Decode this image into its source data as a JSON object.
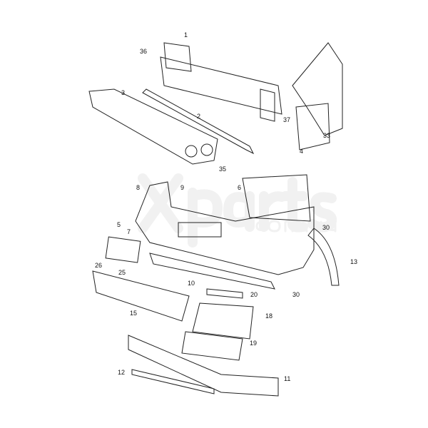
{
  "watermark": {
    "brand": "Xparts",
    "domain": ".com.ua"
  },
  "callouts": [
    "1",
    "36",
    "3",
    "2",
    "37",
    "33",
    "4",
    "35",
    "8",
    "9",
    "6",
    "5",
    "7",
    "30",
    "13",
    "26",
    "25",
    "10",
    "20",
    "30",
    "15",
    "18",
    "19",
    "12",
    "11"
  ]
}
